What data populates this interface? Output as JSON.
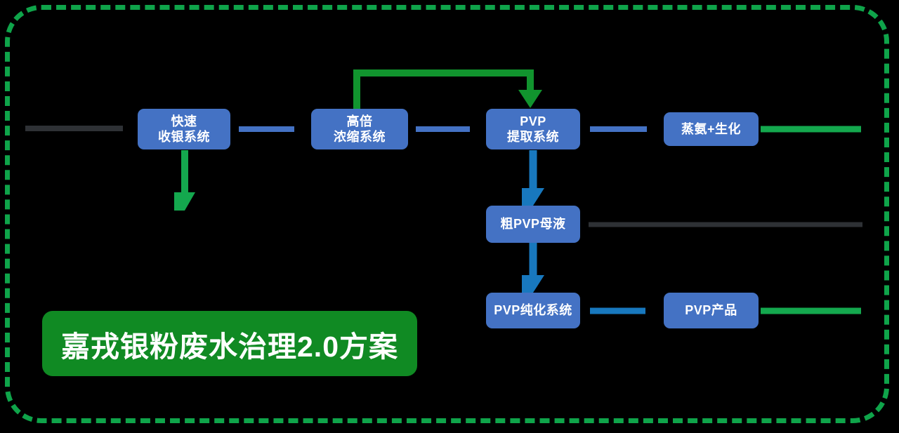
{
  "frame": {
    "border_color": "#0FA44A",
    "background": "#000000"
  },
  "palette": {
    "node_fill": "#4472C4",
    "node_text": "#FFFFFF",
    "arrow_gray": "#2E3135",
    "arrow_blue": "#4472C4",
    "arrow_blue_vertical": "#1878BE",
    "arrow_green": "#14A84E",
    "recycle_green": "#11942E",
    "banner_green": "#108A23"
  },
  "title": {
    "text": "嘉戎银粉废水治理2.0方案"
  },
  "nodes": [
    {
      "id": "fast-recovery",
      "label": "快速\n收银系统"
    },
    {
      "id": "high-concentration",
      "label": "高倍\n浓缩系统"
    },
    {
      "id": "pvp-extraction",
      "label": "PVP\n提取系统"
    },
    {
      "id": "ammonia-biochem",
      "label": "蒸氨+生化"
    },
    {
      "id": "crude-pvp-liquor",
      "label": "粗PVP母液"
    },
    {
      "id": "pvp-purification",
      "label": "PVP纯化系统"
    },
    {
      "id": "pvp-product",
      "label": "PVP产品"
    }
  ],
  "connectors": [
    {
      "id": "inflow",
      "color": "#2E3135",
      "direction": "right"
    },
    {
      "id": "fast-to-concentration",
      "color": "#4472C4",
      "direction": "right"
    },
    {
      "id": "concentration-to-extraction",
      "color": "#4472C4",
      "direction": "right"
    },
    {
      "id": "extraction-to-ammonia",
      "color": "#4472C4",
      "direction": "right"
    },
    {
      "id": "ammonia-outflow",
      "color": "#14A84E",
      "direction": "right"
    },
    {
      "id": "fast-recovery-down",
      "color": "#14A84E",
      "direction": "down"
    },
    {
      "id": "extraction-to-crude",
      "color": "#1878BE",
      "direction": "down"
    },
    {
      "id": "crude-outflow",
      "color": "#2E3135",
      "direction": "right"
    },
    {
      "id": "crude-to-purification",
      "color": "#1878BE",
      "direction": "down"
    },
    {
      "id": "purification-to-product",
      "color": "#1878BE",
      "direction": "right"
    },
    {
      "id": "product-outflow",
      "color": "#14A84E",
      "direction": "right"
    },
    {
      "id": "recycle-loop",
      "color": "#11942E",
      "direction": "elbow-down"
    }
  ]
}
